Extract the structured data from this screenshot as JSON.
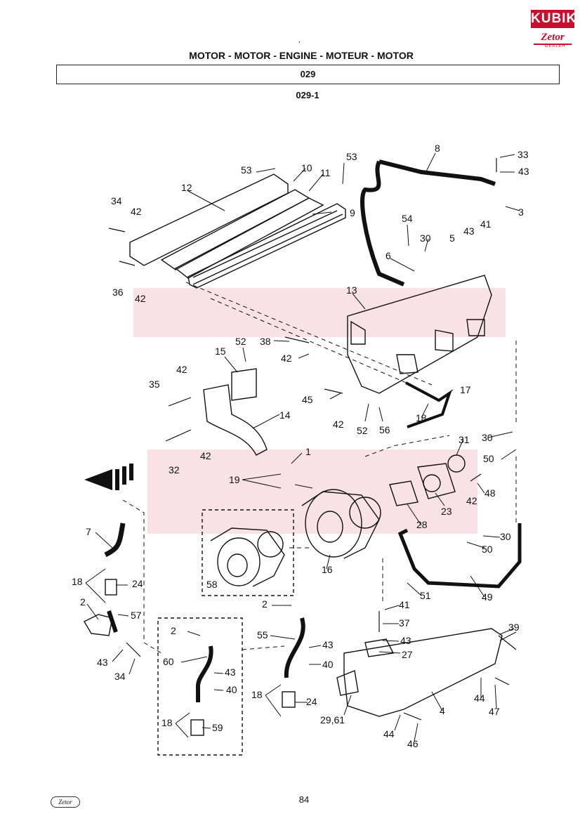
{
  "header": {
    "title": "MOTOR - MOTOR - ENGINE - MOTEUR - MOTOR",
    "section_code": "029",
    "figure_code": "029-1",
    "mark": ","
  },
  "brand": {
    "name": "KUBIK",
    "sub": "Zetor",
    "dealer": "DEALER",
    "color": "#c8102e"
  },
  "callouts": [
    "1",
    "2",
    "3",
    "4",
    "5",
    "6",
    "7",
    "8",
    "9",
    "10",
    "11",
    "12",
    "13",
    "14",
    "15",
    "16",
    "17",
    "18",
    "19",
    "23",
    "24",
    "27",
    "28",
    "29,61",
    "30",
    "31",
    "32",
    "33",
    "34",
    "35",
    "36",
    "37",
    "38",
    "39",
    "40",
    "41",
    "42",
    "43",
    "44",
    "45",
    "46",
    "47",
    "48",
    "49",
    "50",
    "51",
    "52",
    "53",
    "54",
    "55",
    "56",
    "57",
    "58",
    "59",
    "60"
  ],
  "footer": {
    "page_number": "84",
    "logo_text": "Zetor"
  }
}
